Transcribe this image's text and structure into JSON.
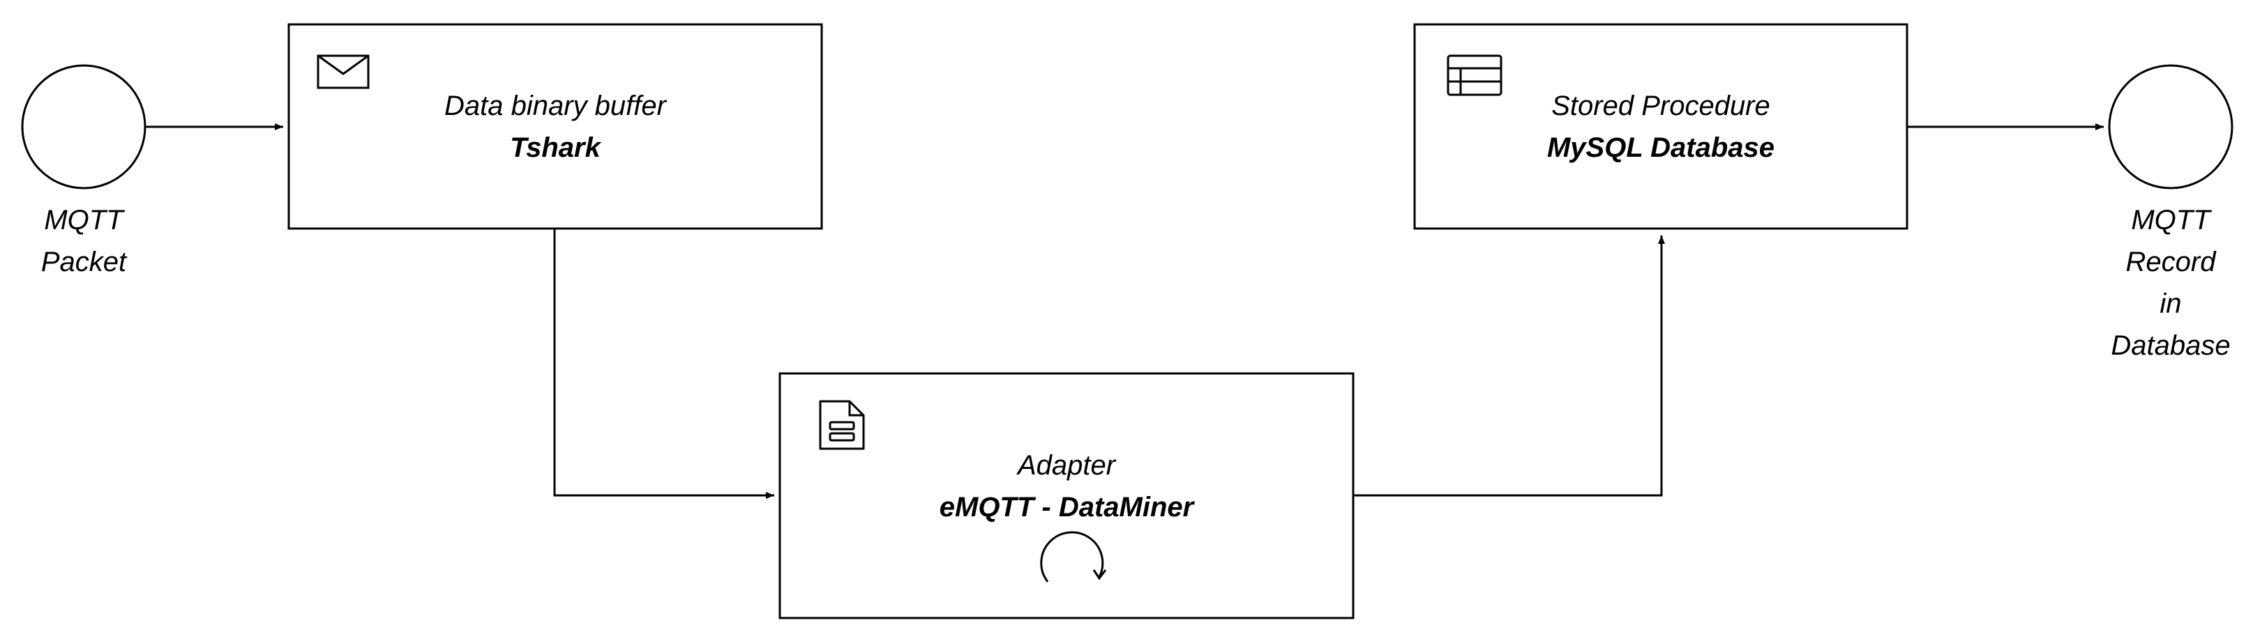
{
  "events": {
    "start": {
      "label_lines": [
        "MQTT",
        "Packet"
      ]
    },
    "end": {
      "label_lines": [
        "MQTT",
        "Record",
        "in",
        "Database"
      ]
    }
  },
  "tasks": {
    "tshark": {
      "line1": "Data binary buffer",
      "line2": "Tshark",
      "icon": "envelope-icon"
    },
    "adapter": {
      "line1": "Adapter",
      "line2": "eMQTT - DataMiner",
      "icon": "document-icon",
      "marker": "loop-icon"
    },
    "mysql": {
      "line1": "Stored Procedure",
      "line2": "MySQL Database",
      "icon": "table-icon"
    }
  },
  "colors": {
    "stroke": "#000000",
    "background": "#ffffff"
  }
}
